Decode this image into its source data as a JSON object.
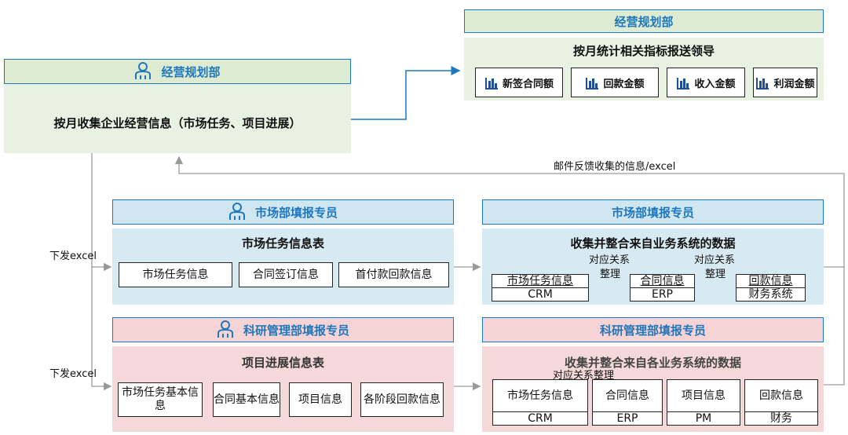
{
  "top_panel": {
    "header": "经营规划部",
    "title": "按月统计相关指标报送领导",
    "kpis": [
      "新签合同额",
      "回款金额",
      "收入金额",
      "利润金额"
    ]
  },
  "left_panel": {
    "header": "经营规划部",
    "main_text": "按月收集企业经营信息（市场任务、项目进展）"
  },
  "feedback_label": "邮件反馈收集的信息/excel",
  "dispatch_label_1": "下发excel",
  "dispatch_label_2": "下发excel",
  "market_left": {
    "header": "市场部填报专员",
    "title": "市场任务信息表",
    "items": [
      "市场任务信息",
      "合同签订信息",
      "首付款回款信息"
    ]
  },
  "market_right": {
    "header": "市场部填报专员",
    "title": "收集并整合来自业务系统的数据",
    "relation_1": "对应关系",
    "organize_1": "整理",
    "relation_2": "对应关系",
    "organize_2": "整理",
    "systems": [
      {
        "info": "市场任务信息",
        "system": "CRM"
      },
      {
        "info": "合同信息",
        "system": "ERP"
      },
      {
        "info": "回款信息",
        "system": "财务系统"
      }
    ]
  },
  "research_left": {
    "header": "科研管理部填报专员",
    "title": "项目进展信息表",
    "items": [
      "市场任务基本信息",
      "合同基本信息",
      "项目信息",
      "各阶段回款信息"
    ]
  },
  "research_right": {
    "header": "科研管理部填报专员",
    "title": "收集并整合来自各业务系统的数据",
    "relation": "对应关系整理",
    "systems": [
      {
        "info": "市场任务信息",
        "system": "CRM"
      },
      {
        "info": "合同信息",
        "system": "ERP"
      },
      {
        "info": "项目信息",
        "system": "PM"
      },
      {
        "info": "回款信息",
        "system": "财务"
      }
    ]
  }
}
